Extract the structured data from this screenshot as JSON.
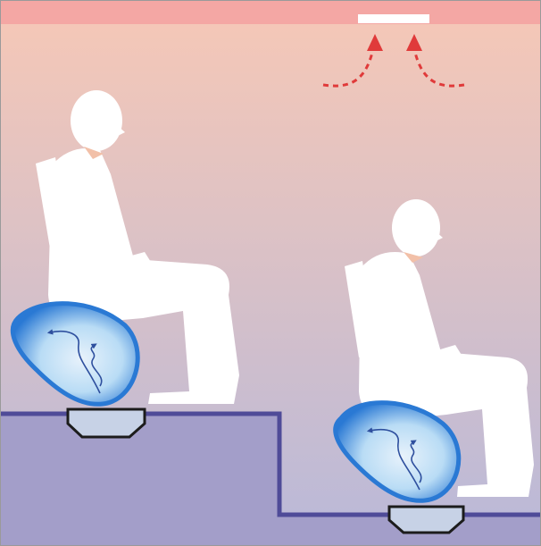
{
  "colors": {
    "sky_top": "#f7c8b6",
    "sky_bottom": "#b9b9d9",
    "ceiling_band": "#f4a7a4",
    "ceiling_vent": "#ffffff",
    "airflow_arrow": "#e03a3a",
    "floor_fill": "#a39ec9",
    "floor_outline": "#4f4b98",
    "figure": "#ffffff",
    "figure_neck": "#f2c0a8",
    "air_bubble_edge": "#2a79d4",
    "air_bubble_core": "#e8f2fb",
    "swirl": "#2e4f9e",
    "diffuser_fill": "#c7d2e6",
    "diffuser_outline": "#1c1c1c"
  },
  "icons": {
    "ceiling_vent": "ceiling-exhaust-vent",
    "arrows": "rising-air-arrow",
    "diffuser": "floor-air-diffuser",
    "bubble": "displacement-air-zone",
    "person": "seated-person"
  }
}
